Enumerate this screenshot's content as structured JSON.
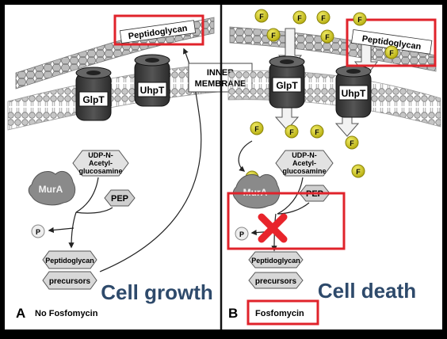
{
  "panels": {
    "left": {
      "letter": "A",
      "caption": "No Fosfomycin",
      "outcome": "Cell growth",
      "wall_label": "Peptidoglycan",
      "transporters": [
        "GlpT",
        "UhpT"
      ],
      "membrane_label_line1": "INNER",
      "membrane_label_line2": "MEMBRANE",
      "enzyme": "MurA",
      "substrate_line1": "UDP-N-",
      "substrate_line2": "Acetyl-",
      "substrate_line3": "glucosamine",
      "cosubstrate": "PEP",
      "phosphate": "P",
      "product_line1": "Peptidoglycan",
      "product_line2": "precursors"
    },
    "right": {
      "letter": "B",
      "caption": "Fosfomycin",
      "outcome": "Cell death",
      "wall_label": "Peptidoglycan",
      "transporters": [
        "GlpT",
        "UhpT"
      ],
      "enzyme": "MurA",
      "substrate_line1": "UDP-N-",
      "substrate_line2": "Acetyl-",
      "substrate_line3": "glucosamine",
      "cosubstrate": "PEP",
      "phosphate": "P",
      "product_line1": "Peptidoglycan",
      "product_line2": "precursors",
      "molecule_symbol": "F"
    }
  },
  "colors": {
    "highlight_box": "#e0232b",
    "outcome_text": "#2e4a6b",
    "inhibition_x": "#e8242b",
    "fosfomycin_molecule": "#d9d21a",
    "transporter": "#3a3a3a",
    "enzyme": "#8a8a8a"
  }
}
